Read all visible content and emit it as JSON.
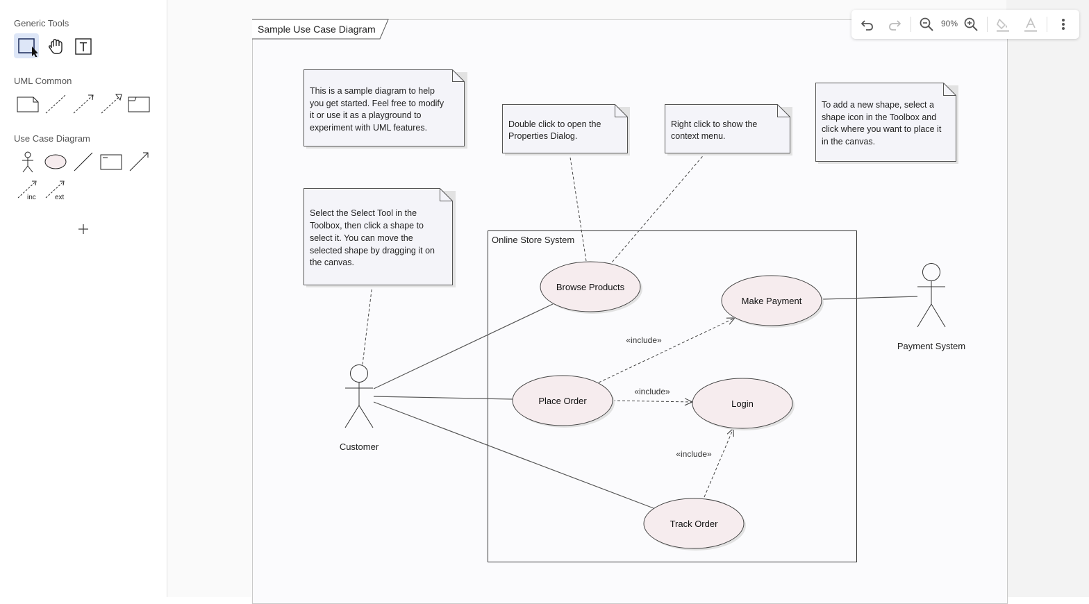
{
  "toolbox": {
    "sections": [
      {
        "title": "Generic Tools"
      },
      {
        "title": "UML Common"
      },
      {
        "title": "Use Case Diagram"
      }
    ],
    "text_tool_glyph": "T",
    "include_tool_label": "inc",
    "extend_tool_label": "ext",
    "add_section_icon": "plus-icon"
  },
  "toolbar": {
    "zoom": "90%",
    "icons": [
      "undo-icon",
      "redo-icon",
      "zoom-out-icon",
      "zoom-in-icon",
      "fill-color-icon",
      "text-color-icon",
      "more-vert-icon"
    ]
  },
  "diagram": {
    "title": "Sample Use Case Diagram",
    "system_boundary": {
      "label": "Online Store System"
    },
    "notes": [
      {
        "id": "note-intro",
        "lines": [
          "This is a sample diagram to help",
          "you get started. Feel free to modify",
          "it or use it as a playground to",
          "experiment with UML features."
        ]
      },
      {
        "id": "note-double-click",
        "lines": [
          "Double click to open the",
          "Properties Dialog."
        ]
      },
      {
        "id": "note-right-click",
        "lines": [
          "Right click to show the",
          "context menu."
        ]
      },
      {
        "id": "note-add-shape",
        "lines": [
          "To add a new shape, select a",
          "shape icon in the Toolbox and",
          "click where you want to place it",
          "in the canvas."
        ]
      },
      {
        "id": "note-select-tool",
        "lines": [
          "Select the Select Tool in the",
          "Toolbox, then click a shape to",
          "select it. You can move the",
          "selected shape by dragging it on",
          "the canvas."
        ]
      }
    ],
    "use_cases": [
      {
        "id": "browse-products",
        "label": "Browse Products"
      },
      {
        "id": "make-payment",
        "label": "Make Payment"
      },
      {
        "id": "place-order",
        "label": "Place Order"
      },
      {
        "id": "login",
        "label": "Login"
      },
      {
        "id": "track-order",
        "label": "Track Order"
      }
    ],
    "actors": [
      {
        "id": "customer",
        "label": "Customer"
      },
      {
        "id": "payment-system",
        "label": "Payment System"
      }
    ],
    "relationships": [
      {
        "from": "customer",
        "to": "browse-products",
        "type": "association"
      },
      {
        "from": "customer",
        "to": "place-order",
        "type": "association"
      },
      {
        "from": "customer",
        "to": "track-order",
        "type": "association"
      },
      {
        "from": "make-payment",
        "to": "payment-system",
        "type": "association"
      },
      {
        "from": "place-order",
        "to": "make-payment",
        "type": "include",
        "label": "«include»"
      },
      {
        "from": "place-order",
        "to": "login",
        "type": "include",
        "label": "«include»"
      },
      {
        "from": "track-order",
        "to": "login",
        "type": "include",
        "label": "«include»"
      }
    ],
    "colors": {
      "use_case_fill": "#f6ecee",
      "note_fill": "#f4f4f9",
      "line": "#444444",
      "shadow": "#e2e2e2"
    }
  }
}
